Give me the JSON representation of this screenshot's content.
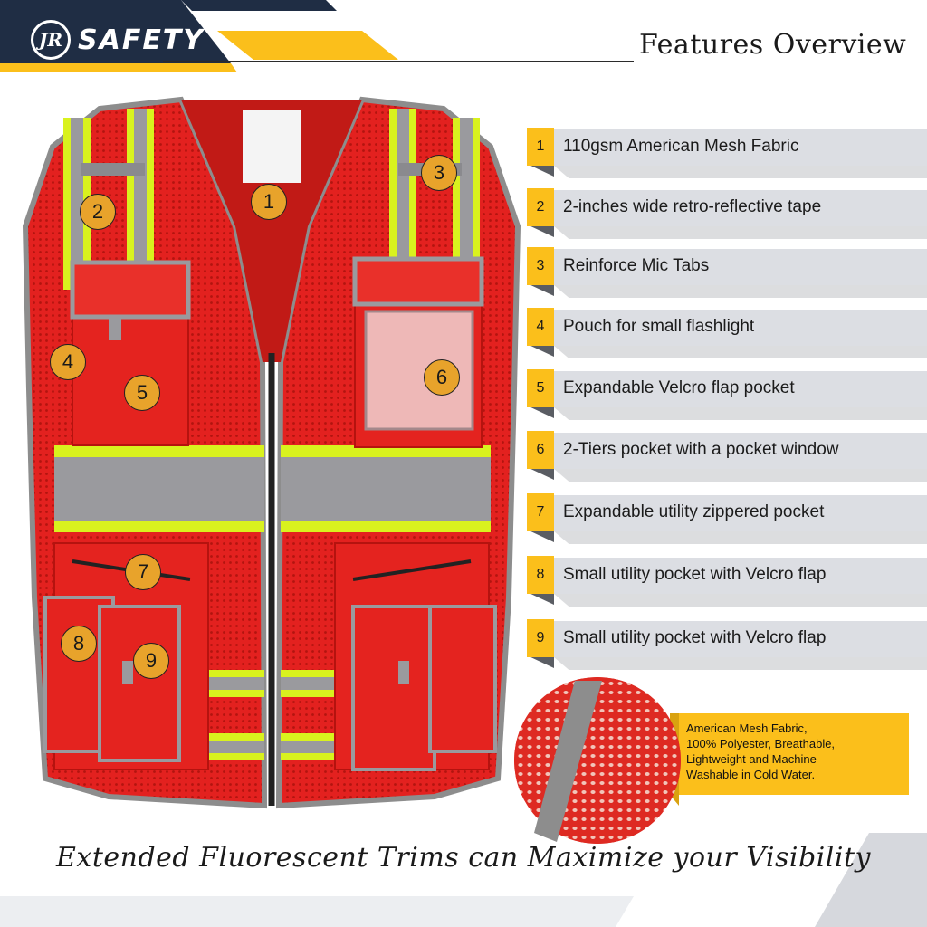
{
  "brand": {
    "mark": "JR",
    "name": "SAFETY"
  },
  "header": {
    "title": "Features Overview"
  },
  "features": [
    {
      "number": "1",
      "label": "110gsm American Mesh Fabric"
    },
    {
      "number": "2",
      "label": "2-inches wide retro-reflective tape"
    },
    {
      "number": "3",
      "label": "Reinforce Mic Tabs"
    },
    {
      "number": "4",
      "label": "Pouch for small flashlight"
    },
    {
      "number": "5",
      "label": "Expandable Velcro flap pocket"
    },
    {
      "number": "6",
      "label": "2-Tiers pocket with a pocket window"
    },
    {
      "number": "7",
      "label": "Expandable utility zippered pocket"
    },
    {
      "number": "8",
      "label": "Small utility pocket with Velcro flap"
    },
    {
      "number": "9",
      "label": "Small utility pocket with Velcro flap"
    }
  ],
  "markers": [
    "1",
    "2",
    "3",
    "4",
    "5",
    "6",
    "7",
    "8",
    "9"
  ],
  "mesh_callout": {
    "lines": [
      "American Mesh Fabric,",
      "100% Polyester, Breathable,",
      "Lightweight and Machine",
      "Washable in Cold Water."
    ]
  },
  "tagline": "Extended Fluorescent Trims can Maximize your Visibility",
  "colors": {
    "navy": "#1f2d44",
    "accent_yellow": "#fbbf1b",
    "vest_red": "#e3211f",
    "reflective_gray": "#9a9a9e",
    "fluorescent": "#d9f21e",
    "bar_gray": "#dcdee3"
  }
}
